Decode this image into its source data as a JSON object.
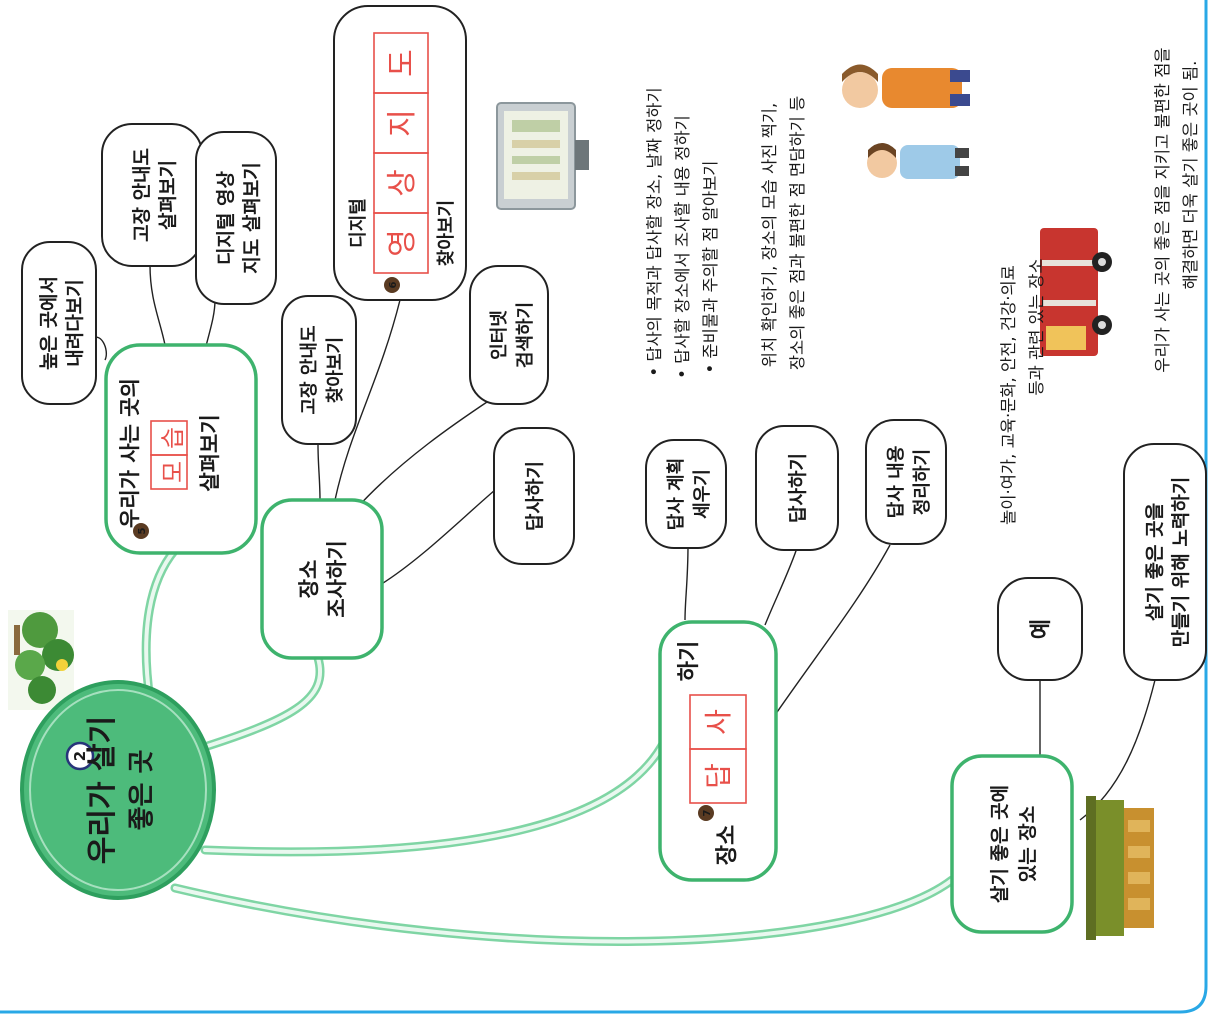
{
  "center": {
    "number": "2",
    "line1": "우리가 살기",
    "line2": "좋은 곳"
  },
  "branch_look": {
    "number": "5",
    "line1": "우리가 사는 곳의",
    "box_chars": [
      "모",
      "습"
    ],
    "line3": "살펴보기",
    "sub1": [
      "높은 곳에서",
      "내려다보기"
    ],
    "sub2": [
      "고장 안내도",
      "살펴보기"
    ],
    "sub3": [
      "디지털 영상",
      "지도 살펴보기"
    ]
  },
  "branch_survey": {
    "line1": "장소",
    "line2": "조사하기",
    "sub1": [
      "고장 안내도",
      "찾아보기"
    ],
    "digital": {
      "number": "6",
      "label": "디지털",
      "box_chars": [
        "영",
        "상",
        "지",
        "도"
      ],
      "suffix": "찾아보기"
    },
    "sub3": [
      "인터넷",
      "검색하기"
    ],
    "sub4": "답사하기"
  },
  "branch_field": {
    "number": "7",
    "prefix": "장소",
    "box_chars": [
      "답",
      "사"
    ],
    "suffix": "하기",
    "plan": [
      "답사 계획",
      "세우기"
    ],
    "plan_notes": [
      "• 답사의 목적과 답사할 장소, 날짜 정하기",
      "• 답사할 장소에서 조사할 내용 정하기",
      "• 준비물과 주의할 점 알아보기"
    ],
    "visit": "답사하기",
    "visit_notes": [
      "위치 확인하기, 장소의 모습 사진 찍기,",
      "장소의 좋은 점과 불편한 점 면담하기 등"
    ],
    "organize": [
      "답사 내용",
      "정리하기"
    ]
  },
  "branch_places": {
    "line1": "살기 좋은 곳에",
    "line2": "있는 장소",
    "example": "예",
    "example_notes": [
      "놀이·여가, 교육·문화, 안전, 건강·의료",
      "등과 관련 있는 장소"
    ],
    "effort": [
      "살기 좋은 곳을",
      "만들기 위해 노력하기"
    ],
    "effort_notes": [
      "우리가 사는 곳의 좋은 점을 지키고 불편한 점을",
      "해결하면 더욱 살기 좋은 곳이 됨."
    ]
  },
  "colors": {
    "branch": "#7fd5a4",
    "node_border": "#3eb36d",
    "center_fill": "#4dbb7b",
    "center_stroke": "#2e9f5e",
    "box_red": "#e8504a",
    "footer_line": "#29a8e6",
    "badge": "#5a3b22"
  },
  "icons": [
    "trees-icon",
    "screen-icon",
    "children-icon",
    "fire-truck-icon",
    "gate-icon"
  ]
}
